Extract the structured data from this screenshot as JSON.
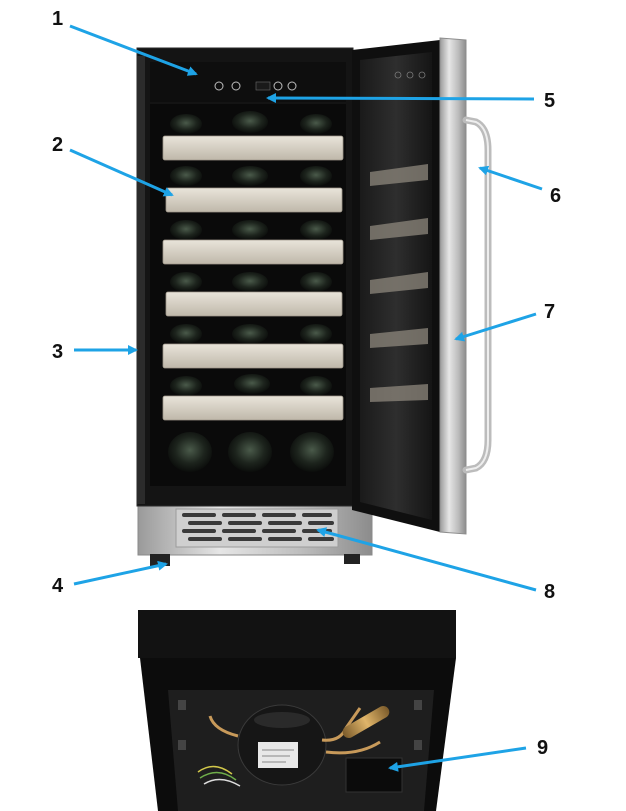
{
  "callouts": [
    {
      "number": "1"
    },
    {
      "number": "2"
    },
    {
      "number": "3"
    },
    {
      "number": "4"
    },
    {
      "number": "5"
    },
    {
      "number": "6"
    },
    {
      "number": "7"
    },
    {
      "number": "8"
    },
    {
      "number": "9"
    }
  ],
  "colors": {
    "arrow": "#1ea3e6",
    "cabinet": "#111111",
    "stainless": "#cfcfcf",
    "shelf": "#d8d2c6"
  }
}
